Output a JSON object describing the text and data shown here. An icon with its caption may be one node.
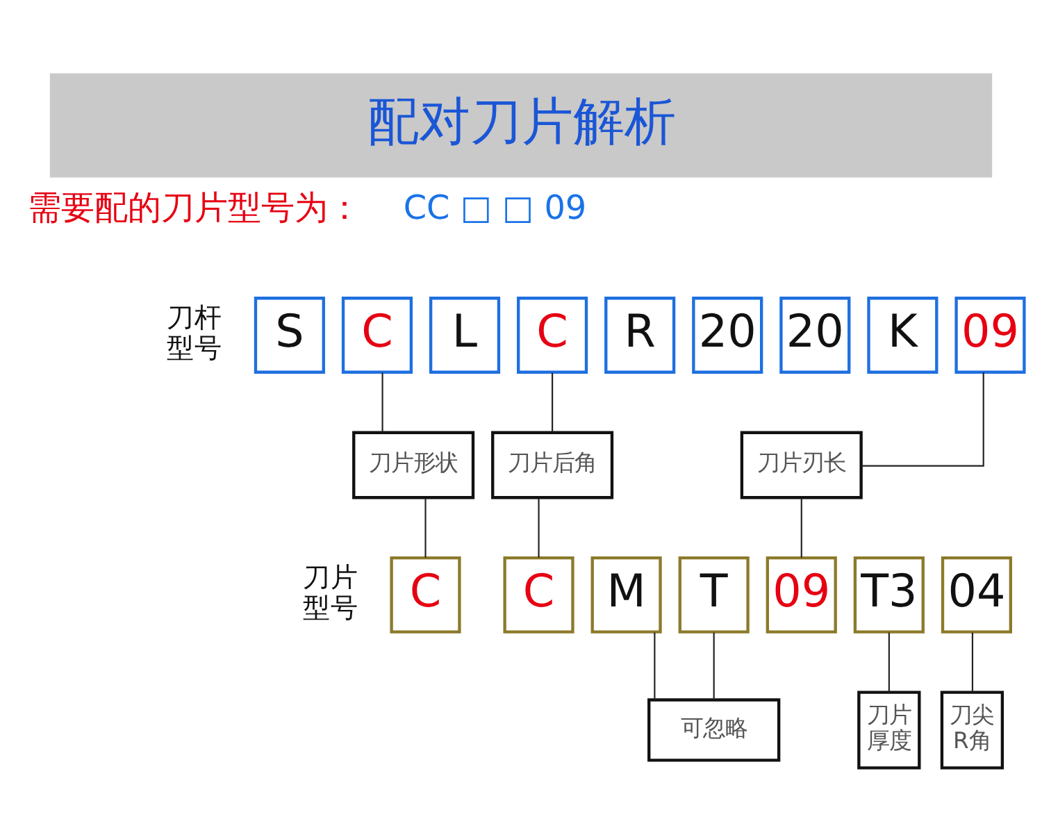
{
  "diagram": {
    "title": "配对刀片解析",
    "nodes": [
      {
        "text": [
          "S"
        ]
      },
      {
        "text": [
          "C"
        ]
      },
      {
        "text": [
          "L"
        ]
      },
      {
        "text": [
          "C"
        ]
      },
      {
        "text": [
          "R"
        ]
      },
      {
        "text": [
          "20"
        ]
      },
      {
        "text": [
          "20"
        ]
      },
      {
        "text": [
          "K"
        ]
      },
      {
        "text": [
          "09"
        ]
      },
      {
        "text": [
          "刀片形状"
        ]
      },
      {
        "text": [
          "刀片后角"
        ]
      },
      {
        "text": [
          "刀片刃长"
        ]
      },
      {
        "text": [
          "C"
        ]
      },
      {
        "text": [
          "C"
        ]
      },
      {
        "text": [
          "M"
        ]
      },
      {
        "text": [
          "T"
        ]
      },
      {
        "text": [
          "09"
        ]
      },
      {
        "text": [
          "T3"
        ]
      },
      {
        "text": [
          "04"
        ]
      },
      {
        "text": [
          "可忽略"
        ]
      },
      {
        "text": [
          "刀片厚度"
        ]
      },
      {
        "text": [
          "刀尖R角"
        ]
      }
    ],
    "edges": [
      {
        "from": 1,
        "to": 9,
        "arrow": "none"
      },
      {
        "from": 3,
        "to": 10,
        "arrow": "none"
      },
      {
        "from": 8,
        "to": 11,
        "arrow": "none"
      },
      {
        "from": 9,
        "to": 12,
        "arrow": "none"
      },
      {
        "from": 10,
        "to": 13,
        "arrow": "none"
      },
      {
        "from": 11,
        "to": 16,
        "arrow": "none"
      },
      {
        "from": 14,
        "to": 19,
        "arrow": "none"
      },
      {
        "from": 15,
        "to": 19,
        "arrow": "none"
      },
      {
        "from": 17,
        "to": 20,
        "arrow": "none"
      },
      {
        "from": 18,
        "to": 21,
        "arrow": "none"
      }
    ],
    "labels": [
      "需要配的刀片型号为：",
      "CC □ □ 09",
      "刀杆型号",
      "刀片型号"
    ]
  }
}
